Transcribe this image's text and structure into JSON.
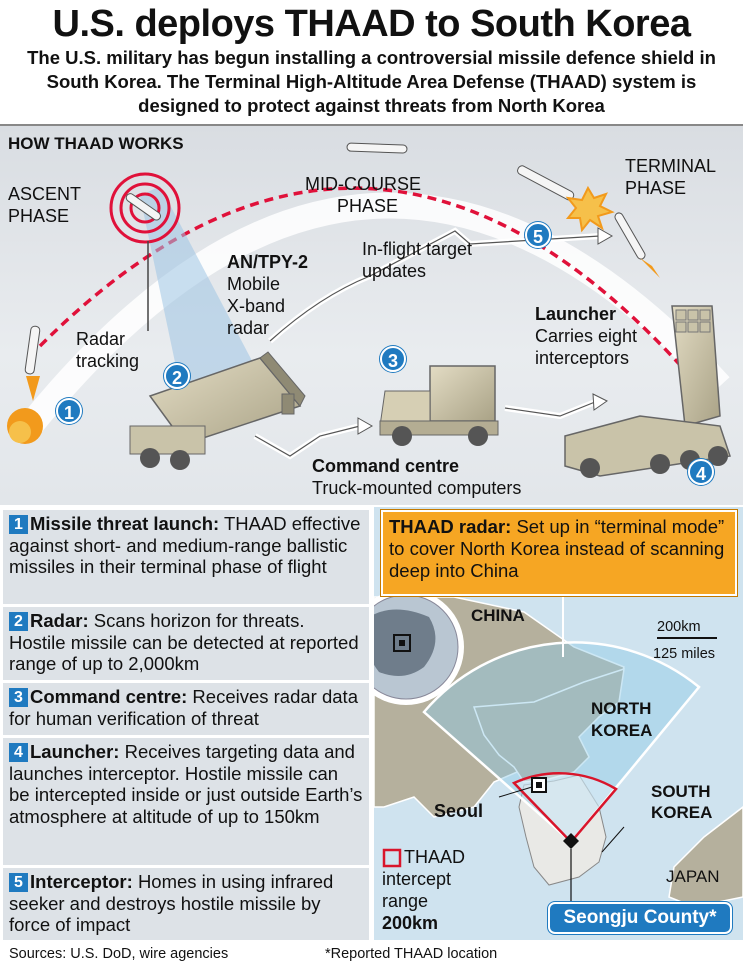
{
  "header": {
    "title": "U.S. deploys THAAD to South Korea",
    "subtitle": "The U.S. military has begun installing a controversial missile defence shield in South Korea. The Terminal High-Altitude Area Defense (THAAD) system is designed to protect against threats from North Korea"
  },
  "diagram": {
    "section_title": "HOW THAAD WORKS",
    "ascent_phase": [
      "ASCENT",
      "PHASE"
    ],
    "mid_course": [
      "MID-COURSE",
      "PHASE"
    ],
    "terminal_phase": [
      "TERMINAL",
      "PHASE"
    ],
    "radar_tracking": [
      "Radar",
      "tracking"
    ],
    "radar_title": "AN/TPY-2",
    "radar_desc": [
      "Mobile",
      "X-band",
      "radar"
    ],
    "inflight": [
      "In-flight target",
      "updates"
    ],
    "launcher_title": "Launcher",
    "launcher_desc": [
      "Carries eight",
      "interceptors"
    ],
    "command_title": "Command centre",
    "command_desc": "Truck-mounted computers",
    "numbers": [
      "1",
      "2",
      "3",
      "4",
      "5"
    ]
  },
  "steps": [
    {
      "num": "1",
      "title": "Missile threat launch:",
      "text": "THAAD effective against short- and medium-range ballistic missiles in their terminal phase of flight"
    },
    {
      "num": "2",
      "title": "Radar:",
      "text": "Scans horizon for threats. Hostile missile can be detected at reported range of up to 2,000km"
    },
    {
      "num": "3",
      "title": "Command centre:",
      "text": "Receives radar data for human verification of threat"
    },
    {
      "num": "4",
      "title": "Launcher:",
      "text": "Receives targeting data and launches interceptor. Hostile missile can be intercepted inside or just outside Earth’s atmosphere at altitude of up to 150km"
    },
    {
      "num": "5",
      "title": "Interceptor:",
      "text": "Homes in using infrared seeker and destroys hostile missile by force of impact"
    }
  ],
  "map": {
    "callout_title": "THAAD radar:",
    "callout_text": "Set up in “terminal mode” to cover North Korea instead of scanning deep into China",
    "china": "CHINA",
    "north_korea": [
      "NORTH",
      "KOREA"
    ],
    "south_korea": [
      "SOUTH",
      "KOREA"
    ],
    "japan": "JAPAN",
    "seoul": "Seoul",
    "scale_km": "200km",
    "scale_miles": "125 miles",
    "legend": [
      "THAAD",
      "intercept",
      "range"
    ],
    "legend_range": "200km",
    "location": "Seongju County*"
  },
  "footer": {
    "sources": "Sources: U.S. DoD, wire agencies",
    "note": "*Reported THAAD location"
  },
  "colors": {
    "accent_blue": "#1f7ac0",
    "callout_orange": "#f6a623",
    "trajectory_red": "#e0113a",
    "range_red": "#d9152b",
    "sea": "#cfe3ef",
    "land": "#b5b09d"
  }
}
